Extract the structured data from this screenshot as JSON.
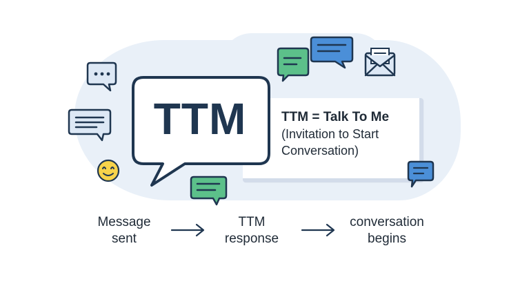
{
  "main_bubble": {
    "text": "TTM"
  },
  "definition": {
    "title": "TTM = Talk To Me",
    "line1": "(Invitation to Start",
    "line2": "Conversation)"
  },
  "flow": [
    {
      "line1": "Message",
      "line2": "sent"
    },
    {
      "line1": "TTM",
      "line2": "response"
    },
    {
      "line1": "conversation",
      "line2": "begins"
    }
  ],
  "icons": [
    "typing-bubble-icon",
    "text-bubble-icon",
    "smiley-icon",
    "green-chat-icon",
    "blue-chat-icon",
    "envelope-icon",
    "small-blue-chat-icon",
    "arrow-right-icon"
  ],
  "colors": {
    "navy": "#1f3650",
    "green": "#5cc08a",
    "blue": "#4b8fd8",
    "light_blue": "#dde8f5",
    "yellow": "#f7d34a",
    "background_blob": "#e9f0f8"
  }
}
